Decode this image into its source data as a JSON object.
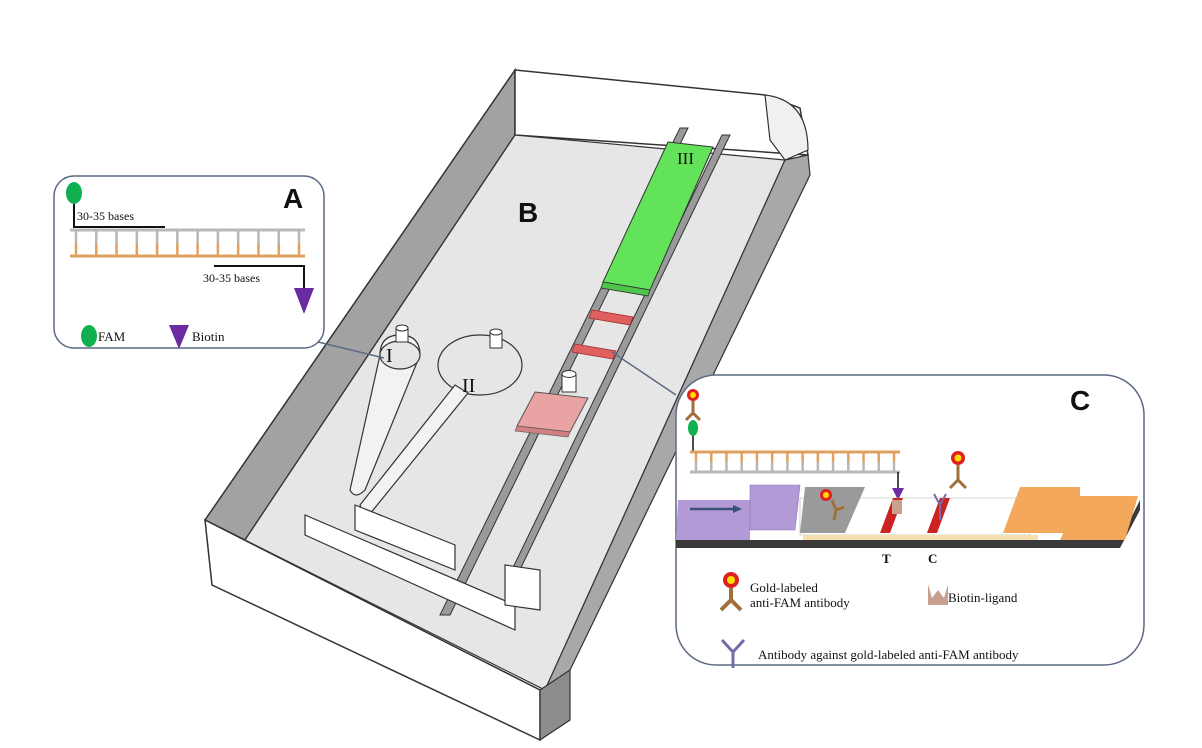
{
  "figure": {
    "panels": {
      "A": {
        "label": "A",
        "top_span_label": "30-35 bases",
        "bottom_span_label": "30-35 bases",
        "legend": [
          {
            "icon": "fam-icon",
            "label": "FAM"
          },
          {
            "icon": "biotin-icon",
            "label": "Biotin"
          }
        ]
      },
      "B": {
        "label": "B",
        "chambers": {
          "one": "I",
          "two": "II",
          "three": "III"
        }
      },
      "C": {
        "label": "C",
        "line_labels": {
          "test": "T",
          "control": "C"
        },
        "legend": [
          {
            "icon": "gold-antibody-icon",
            "label_line1": "Gold-labeled",
            "label_line2": "anti-FAM antibody"
          },
          {
            "icon": "biotin-ligand-icon",
            "label": "Biotin-ligand"
          },
          {
            "icon": "secondary-antibody-icon",
            "label": "Antibody against gold-labeled anti-FAM antibody"
          }
        ]
      }
    },
    "colors": {
      "fam": "#10b050",
      "biotin": "#6a2ca0",
      "strand_top": "#b8b8b8",
      "strand_bottom": "#e0a060",
      "chamber_three": "#62e35a",
      "reagent_pad": "#e9a3a3",
      "test_line": "#cc2222",
      "sample_pad": "#b29ad6",
      "conjugate_pad": "#9a9a9a",
      "absorbent_pad": "#f4a85c",
      "device_floor": "#e6e6e6",
      "device_wall": "#9a9a9a",
      "callout_border": "#5a6a82",
      "gold": "#e02020",
      "gold_core": "#ffdd00",
      "antibody": "#a0703c"
    }
  }
}
